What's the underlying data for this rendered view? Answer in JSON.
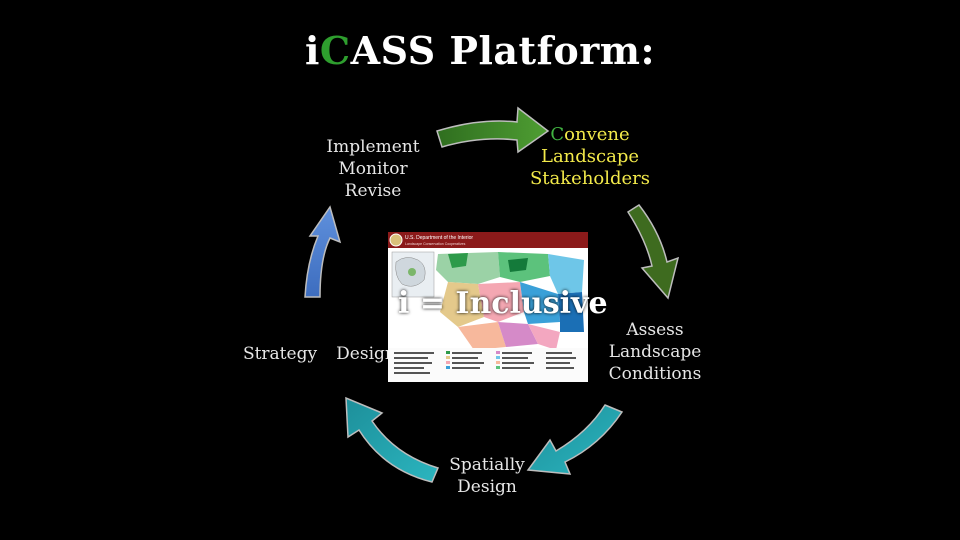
{
  "title": {
    "prefix": "i",
    "accent": "C",
    "rest": "ASS Platform:"
  },
  "labels": {
    "implement": [
      "Implement",
      "Monitor",
      "Revise"
    ],
    "convene": {
      "first_letter": "C",
      "line1_rest": "onvene",
      "line2": "Landscape",
      "line3": "Stakeholders"
    },
    "assess": [
      "Assess",
      "Landscape",
      "Conditions"
    ],
    "spatially": [
      "Spatially",
      "Design"
    ],
    "strategy": "Strategy",
    "design": "Design",
    "inclusive": "i = Inclusive"
  },
  "map": {
    "header": "U.S. Department of the Interior",
    "subheader": "Landscape Conservation Cooperatives"
  },
  "colors": {
    "green_arrow": "#3f8a2a",
    "dark_green_arrow": "#3e6b1f",
    "teal_arrow": "#1f9ea8",
    "blue_arrow": "#4d7fcf",
    "map_header": "#8b1a1a"
  }
}
